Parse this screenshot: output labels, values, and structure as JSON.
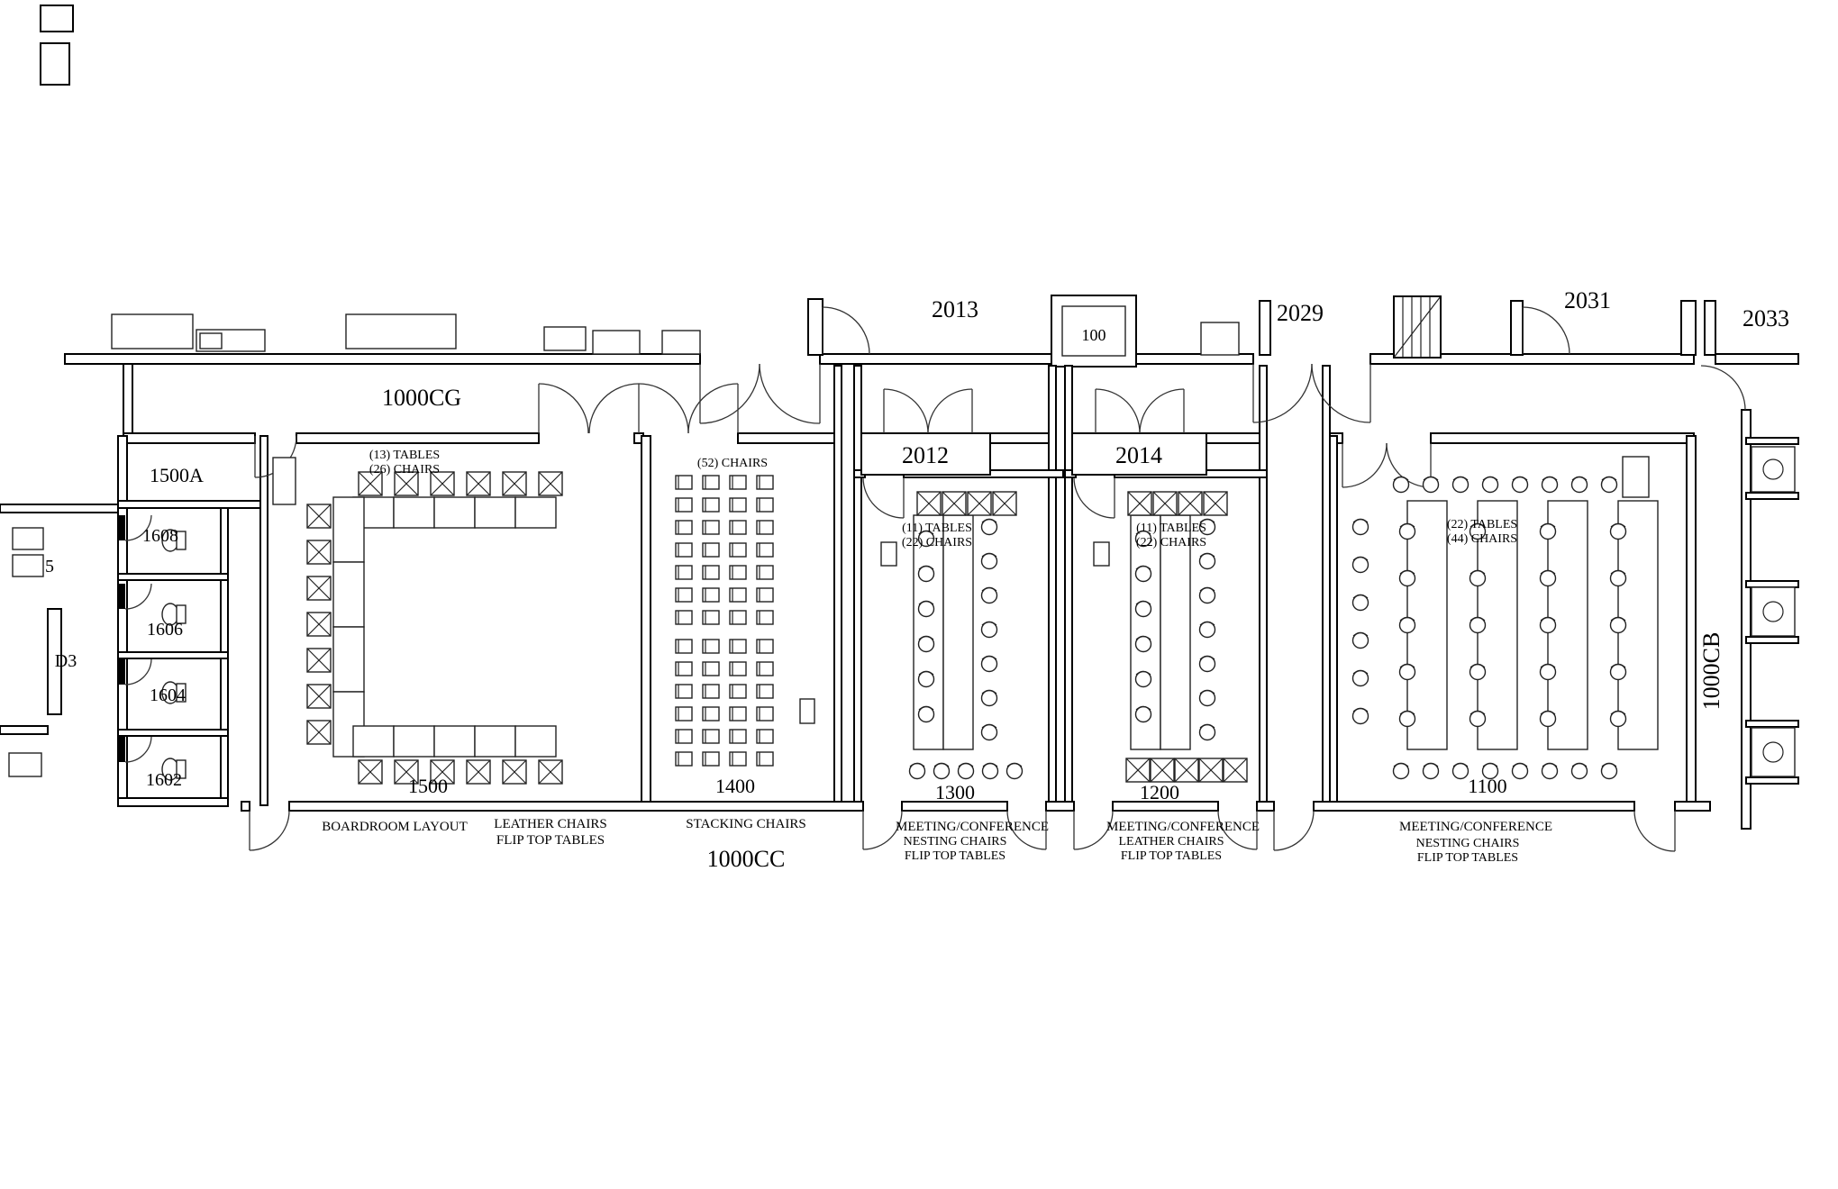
{
  "colors": {
    "background": "#ffffff",
    "line": "#000000"
  },
  "corridors": {
    "top": "1000CG",
    "bottom": "1000CC",
    "right": "1000CB"
  },
  "rooms": {
    "r1500a": "1500A",
    "r1608": "1608",
    "r1606": "1606",
    "r1604": "1604",
    "r1602": "1602",
    "r1500": "1500",
    "r1400": "1400",
    "r1300": "1300",
    "r1200": "1200",
    "r1100": "1100",
    "r2012": "2012",
    "r2014": "2014",
    "r2013": "2013",
    "r2029": "2029",
    "r2031": "2031",
    "r2033": "2033",
    "elevator": "100",
    "partial_5": "5",
    "partial_d3": "D3"
  },
  "furniture_notes": {
    "r1500_tables": "(13) TABLES",
    "r1500_chairs": "(26) CHAIRS",
    "r1400_chairs": "(52) CHAIRS",
    "r1300_tables": "(11) TABLES",
    "r1300_chairs": "(22) CHAIRS",
    "r1200_tables": "(11) TABLES",
    "r1200_chairs": "(22) CHAIRS",
    "r1100_tables": "(22) TABLES",
    "r1100_chairs": "(44) CHAIRS"
  },
  "layout_notes": {
    "r1500_1": "BOARDROOM LAYOUT",
    "r1500_2": "LEATHER CHAIRS",
    "r1500_3": "FLIP TOP TABLES",
    "r1400_1": "STACKING CHAIRS",
    "r1300_1": "MEETING/CONFERENCE",
    "r1300_2": "NESTING CHAIRS",
    "r1300_3": "FLIP TOP TABLES",
    "r1200_1": "MEETING/CONFERENCE",
    "r1200_2": "LEATHER CHAIRS",
    "r1200_3": "FLIP TOP TABLES",
    "r1100_1": "MEETING/CONFERENCE",
    "r1100_2": "NESTING CHAIRS",
    "r1100_3": "FLIP TOP TABLES"
  }
}
